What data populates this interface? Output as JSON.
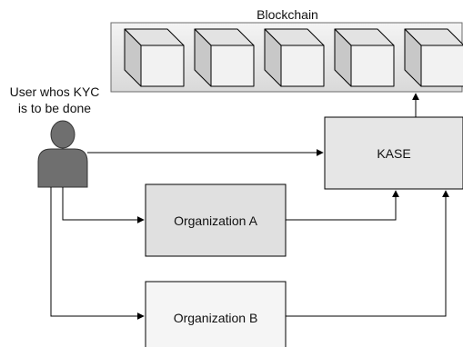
{
  "blockchain": {
    "label": "Blockchain",
    "block_count": 5
  },
  "user": {
    "label_line1": "User whos KYC",
    "label_line2": "is to be done",
    "icon": "person-icon"
  },
  "kase": {
    "label": "KASE"
  },
  "organization_a": {
    "label": "Organization A"
  },
  "organization_b": {
    "label": "Organization B"
  },
  "colors": {
    "blockchain_fill": "#e6e6e6",
    "block_fill": "#f2f2f2",
    "kase_fill": "#e6e6e6",
    "org_a_fill": "#e0e0e0",
    "org_b_fill": "#f5f5f5",
    "user_fill": "#6f6f6f",
    "stroke": "#000000"
  }
}
